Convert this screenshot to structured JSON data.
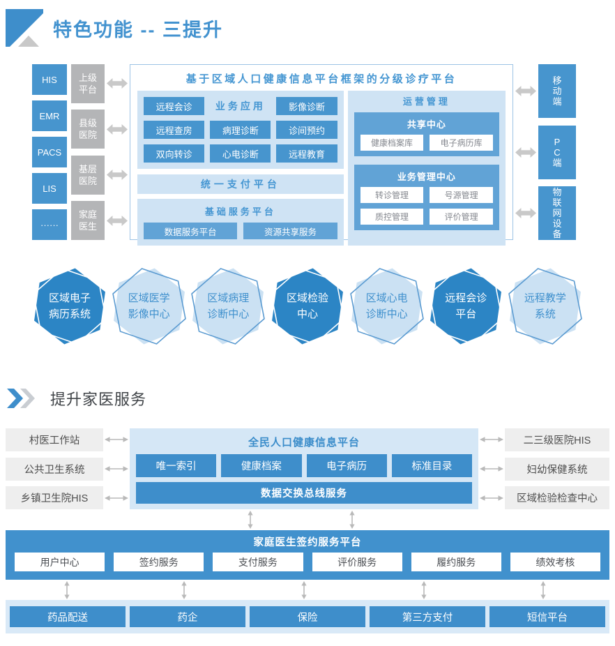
{
  "colors": {
    "accent_blue": "#4292cf",
    "box_blue": "#4795ce",
    "inner_blue": "#61a3d6",
    "light_panel": "#cfe3f4",
    "lower_panel": "#d5e7f6",
    "band_blue": "#4191cd",
    "hex_dark": "#2c85c5",
    "hex_light": "#cbe1f3",
    "gray_box": "#b4b5b7",
    "light_gray_box": "#eeeeee",
    "arrow_gray": "#c9c9c9"
  },
  "header": {
    "title": "特色功能 -- 三提升"
  },
  "top": {
    "left_systems": [
      "HIS",
      "EMR",
      "PACS",
      "LIS",
      "······"
    ],
    "left_orgs": [
      "上级\n平台",
      "县级\n医院",
      "基层\n医院",
      "家庭\n医生"
    ],
    "platform": {
      "title": "基于区域人口健康信息平台框架的分级诊疗平台",
      "apps": {
        "label": "业务应用",
        "items": [
          "远程会诊",
          "影像诊断",
          "远程查房",
          "病理诊断",
          "诊间预约",
          "双向转诊",
          "心电诊断",
          "远程教育"
        ]
      },
      "payment": "统一支付平台",
      "base": {
        "title": "基础服务平台",
        "items": [
          "数据服务平台",
          "资源共享服务"
        ]
      },
      "ops": {
        "title": "运营管理",
        "share": {
          "title": "共享中心",
          "items": [
            "健康档案库",
            "电子病历库"
          ]
        },
        "biz": {
          "title": "业务管理中心",
          "items": [
            "转诊管理",
            "号源管理",
            "质控管理",
            "评价管理"
          ]
        }
      }
    },
    "right_terminals": [
      "移\n动\n端",
      "P\nC\n端",
      "物\n联\n网\n设\n备"
    ]
  },
  "hexagons": [
    {
      "line1": "区域电子",
      "line2": "病历系统",
      "variant": "dark"
    },
    {
      "line1": "区域医学",
      "line2": "影像中心",
      "variant": "light"
    },
    {
      "line1": "区域病理",
      "line2": "诊断中心",
      "variant": "light"
    },
    {
      "line1": "区域检验",
      "line2": "中心",
      "variant": "dark"
    },
    {
      "line1": "区域心电",
      "line2": "诊断中心",
      "variant": "light"
    },
    {
      "line1": "远程会诊",
      "line2": "平台",
      "variant": "dark"
    },
    {
      "line1": "远程教学",
      "line2": "系统",
      "variant": "light"
    }
  ],
  "section2": {
    "title": "提升家医服务"
  },
  "lower": {
    "left_systems": [
      "村医工作站",
      "公共卫生系统",
      "乡镇卫生院HIS"
    ],
    "platform": {
      "title": "全民人口健康信息平台",
      "modules": [
        "唯一索引",
        "健康档案",
        "电子病历",
        "标准目录"
      ],
      "bus": "数据交换总线服务"
    },
    "right_systems": [
      "二三级医院HIS",
      "妇幼保健系统",
      "区域检验检查中心"
    ],
    "signing": {
      "title": "家庭医生签约服务平台",
      "modules": [
        "用户中心",
        "签约服务",
        "支付服务",
        "评价服务",
        "履约服务",
        "绩效考核"
      ]
    },
    "partners": [
      "药品配送",
      "药企",
      "保险",
      "第三方支付",
      "短信平台"
    ]
  }
}
